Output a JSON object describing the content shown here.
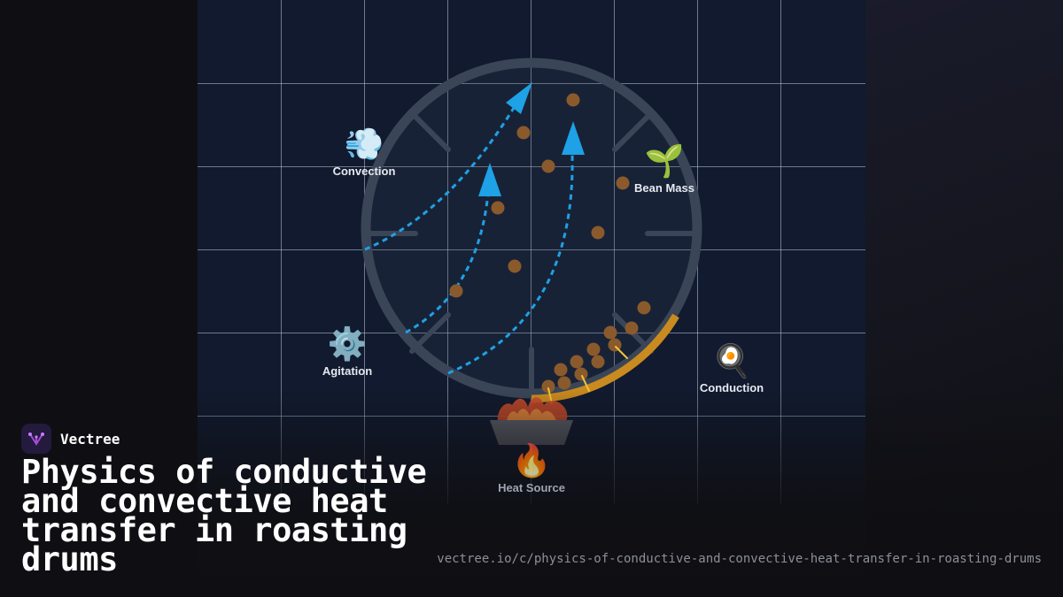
{
  "brand": {
    "name": "Vectree"
  },
  "title": "Physics of conductive and convective heat transfer in roasting drums",
  "url": "vectree.io/c/physics-of-conductive-and-convective-heat-transfer-in-roasting-drums",
  "diagram": {
    "labels": {
      "convection": "Convection",
      "bean_mass": "Bean Mass",
      "agitation": "Agitation",
      "conduction": "Conduction",
      "heat_source": "Heat Source"
    },
    "icons": {
      "convection": "wind-icon",
      "bean_mass": "seedling-icon",
      "agitation": "gear-icon",
      "conduction": "frying-pan-icon",
      "heat_source": "fire-icon"
    }
  },
  "colors": {
    "background": "#0f0f13",
    "panel": "#111a2e",
    "drum_outline": "#3a4658",
    "convection_arrow": "#1ea1e6",
    "bean": "#8a5a2c",
    "conduction_arc": "#c98a1f",
    "flame": "#c94a2a",
    "logo_bg": "#231a3d",
    "logo_mark": "#a24bd6"
  }
}
